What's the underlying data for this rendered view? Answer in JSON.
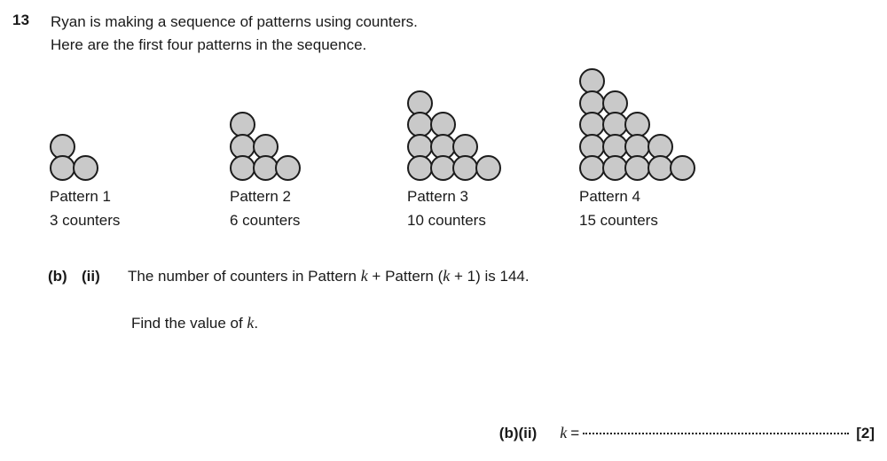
{
  "question": {
    "number": "13",
    "stem_lines": [
      "Ryan is making a sequence of patterns using counters.",
      "Here are the first four patterns in the sequence."
    ]
  },
  "patterns": [
    {
      "title": "Pattern 1",
      "count_label": "3 counters",
      "rows": [
        1,
        2
      ],
      "counters": 3
    },
    {
      "title": "Pattern 2",
      "count_label": "6 counters",
      "rows": [
        1,
        2,
        3
      ],
      "counters": 6
    },
    {
      "title": "Pattern 3",
      "count_label": "10 counters",
      "rows": [
        1,
        2,
        3,
        4
      ],
      "counters": 10
    },
    {
      "title": "Pattern 4",
      "count_label": "15 counters",
      "rows": [
        1,
        2,
        3,
        4,
        5
      ],
      "counters": 15
    }
  ],
  "part": {
    "letter": "(b)",
    "roman": "(ii)",
    "text_before_k": "The number of counters in Pattern ",
    "k1": "k",
    "text_mid": " + Pattern (",
    "k2": "k",
    "text_after": " + 1) is 144.",
    "instruction_before_k": "Find the value of ",
    "instruction_k": "k",
    "instruction_after": "."
  },
  "answer": {
    "tag": "(b)(ii)",
    "variable": "k",
    "equals": "=",
    "marks": "[2]"
  },
  "style": {
    "counter_fill": "#c9c9c9",
    "counter_stroke": "#1c1c1c",
    "text_color": "#1a1a1a",
    "page_background": "#ffffff"
  }
}
